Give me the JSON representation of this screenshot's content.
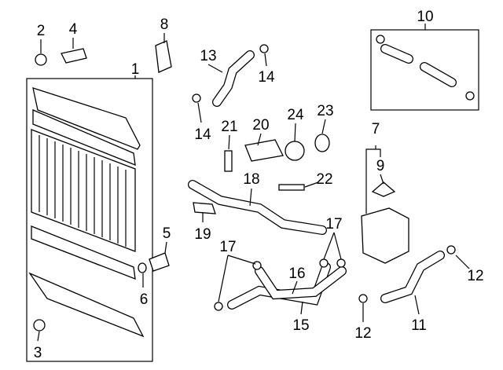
{
  "diagram": {
    "callouts": [
      {
        "id": "c1",
        "label": "1"
      },
      {
        "id": "c2",
        "label": "2"
      },
      {
        "id": "c3",
        "label": "3"
      },
      {
        "id": "c4",
        "label": "4"
      },
      {
        "id": "c5",
        "label": "5"
      },
      {
        "id": "c6",
        "label": "6"
      },
      {
        "id": "c7",
        "label": "7"
      },
      {
        "id": "c8",
        "label": "8"
      },
      {
        "id": "c9",
        "label": "9"
      },
      {
        "id": "c10",
        "label": "10"
      },
      {
        "id": "c11",
        "label": "11"
      },
      {
        "id": "c12a",
        "label": "12"
      },
      {
        "id": "c12b",
        "label": "12"
      },
      {
        "id": "c13",
        "label": "13"
      },
      {
        "id": "c14a",
        "label": "14"
      },
      {
        "id": "c14b",
        "label": "14"
      },
      {
        "id": "c15",
        "label": "15"
      },
      {
        "id": "c16",
        "label": "16"
      },
      {
        "id": "c17a",
        "label": "17"
      },
      {
        "id": "c17b",
        "label": "17"
      },
      {
        "id": "c18",
        "label": "18"
      },
      {
        "id": "c19",
        "label": "19"
      },
      {
        "id": "c20",
        "label": "20"
      },
      {
        "id": "c21",
        "label": "21"
      },
      {
        "id": "c22",
        "label": "22"
      },
      {
        "id": "c23",
        "label": "23"
      },
      {
        "id": "c24",
        "label": "24"
      }
    ]
  }
}
